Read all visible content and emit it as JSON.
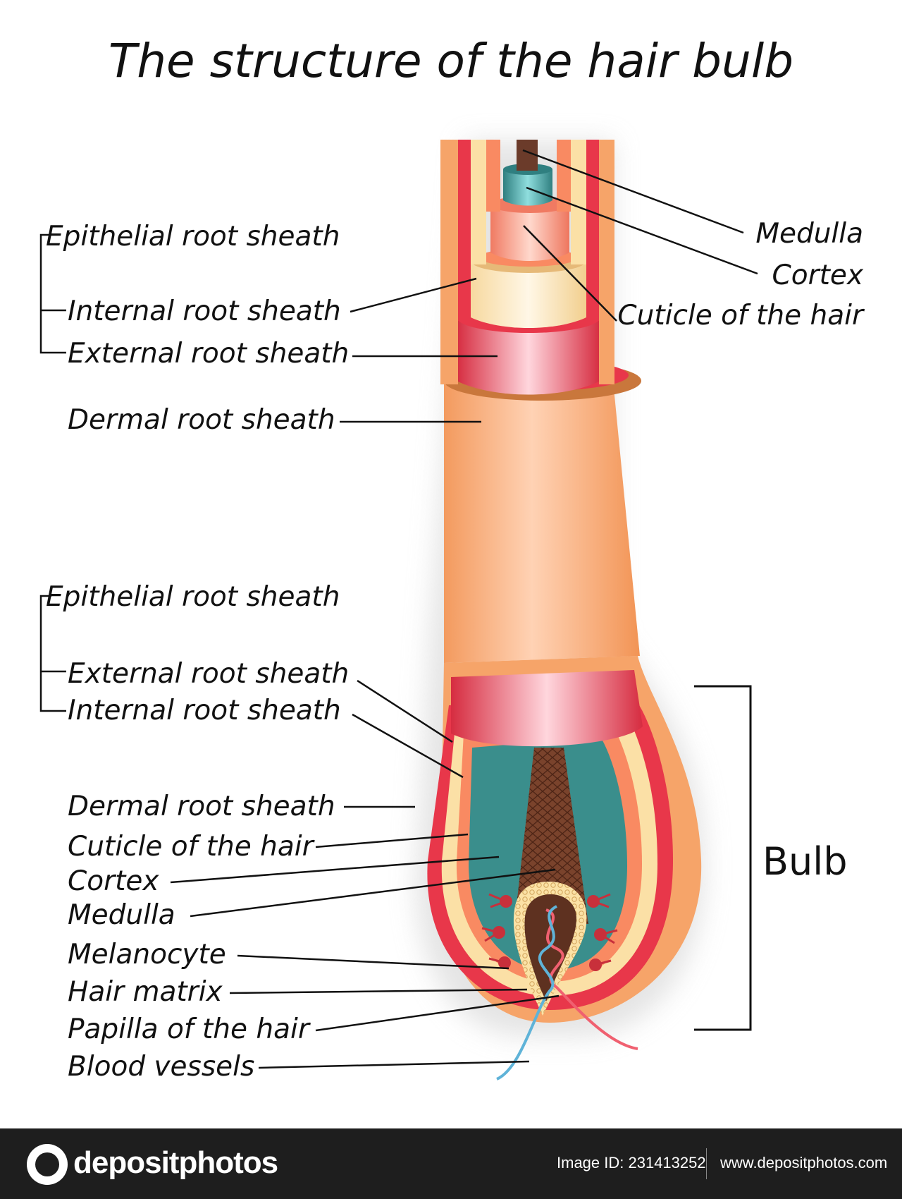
{
  "title": "The structure of the hair bulb",
  "labels_top_right": [
    "Medulla",
    "Cortex",
    "Cuticle of the hair"
  ],
  "labels_top_left": [
    "Epithelial root sheath",
    "Internal root sheath",
    "External root sheath",
    "Dermal root sheath"
  ],
  "labels_mid_left": [
    "Epithelial root sheath",
    "External root sheath",
    "Internal root sheath"
  ],
  "labels_bottom_left": [
    "Dermal root sheath",
    "Cuticle of the hair",
    "Cortex",
    "Medulla",
    "Melanocyte",
    "Hair matrix",
    "Papilla of the hair",
    "Blood vessels"
  ],
  "bulb_label": "Bulb",
  "footer": {
    "brand": "depositphotos",
    "image_id": "Image ID: 231413252",
    "site": "www.depositphotos.com"
  },
  "colors": {
    "dermal": "#f6a469",
    "external": "#e8374a",
    "internal": "#fbe0a6",
    "cuticle": "#f98a62",
    "cortex": "#3a8e8c",
    "medulla": "#6b3b2a"
  }
}
